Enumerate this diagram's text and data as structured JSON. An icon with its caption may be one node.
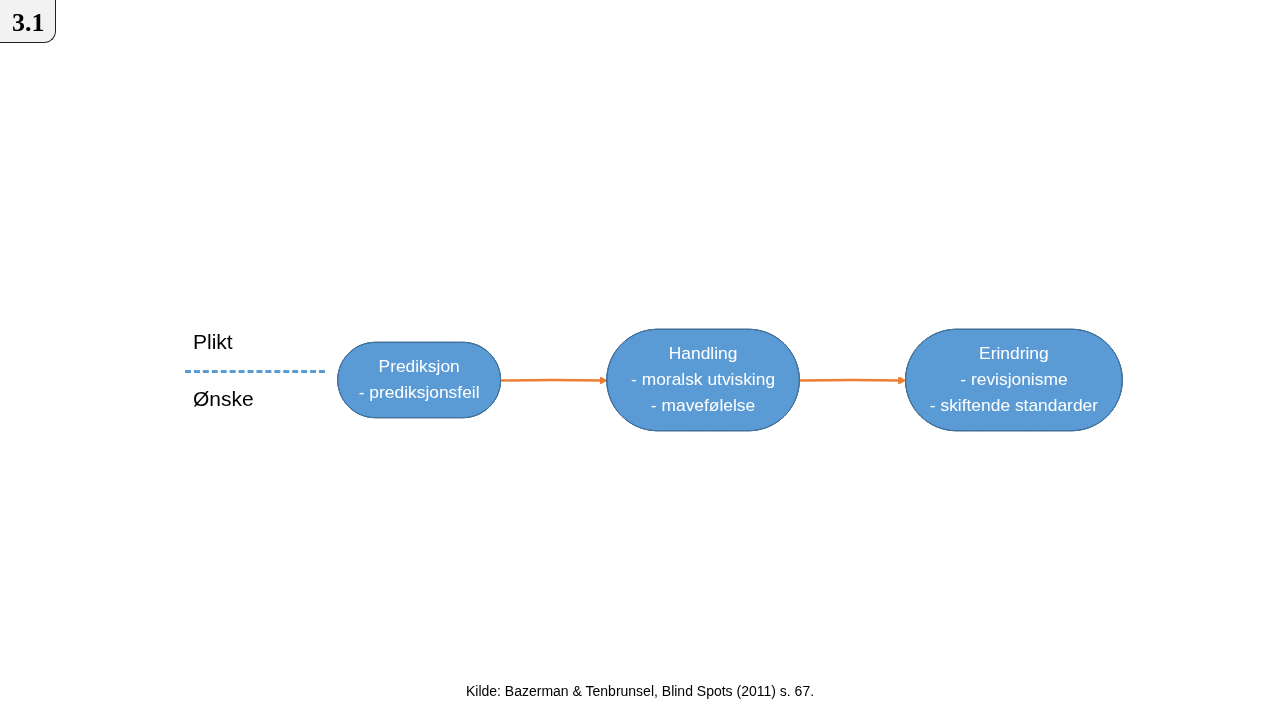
{
  "diagram": {
    "caption": "Kilde: Bazerman & Tenbrunsel, Blind Spots (2011) s. 67.",
    "nodes": [
      {
        "text": [
          "Prediksjon",
          "- prediksjonsfeil"
        ]
      },
      {
        "text": [
          "Erindring",
          "- revisjonisme",
          "- skiftende standarder"
        ]
      },
      {
        "text": [
          "Handling",
          "- moralsk utvisking",
          "- mavefølelse"
        ]
      }
    ],
    "edges": [
      {
        "from": 0,
        "to": 2,
        "arrow": "to"
      },
      {
        "from": 2,
        "to": 1,
        "arrow": "to"
      }
    ],
    "labels": [
      "3.1",
      "Plikt",
      "Ønske"
    ]
  }
}
